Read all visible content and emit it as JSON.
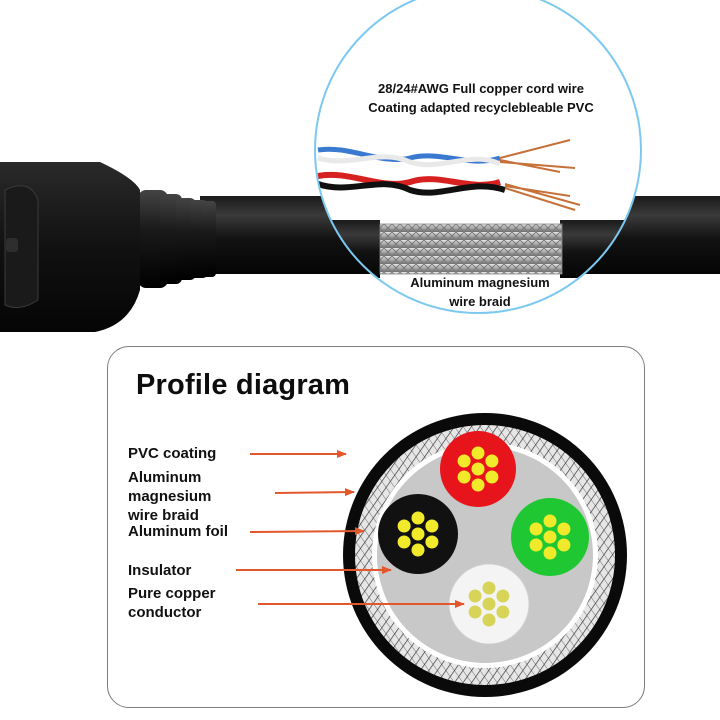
{
  "callout": {
    "line1": "28/24#AWG Full copper cord wire",
    "line2": "Coating adapted recyclebleable PVC",
    "braid_line1": "Aluminum magnesium",
    "braid_line2": "wire braid"
  },
  "profile": {
    "title": "Profile diagram",
    "labels": [
      {
        "id": "pvc",
        "lines": [
          "PVC coating"
        ]
      },
      {
        "id": "braid",
        "lines": [
          "Aluminum",
          "magnesium",
          "wire braid"
        ]
      },
      {
        "id": "foil",
        "lines": [
          "Aluminum foil"
        ]
      },
      {
        "id": "insulator",
        "lines": [
          "Insulator"
        ]
      },
      {
        "id": "conductor",
        "lines": [
          "Pure copper",
          "conductor"
        ]
      }
    ]
  },
  "colors": {
    "arrow": "#e2572b",
    "core_red": "#e8141c",
    "core_black": "#111111",
    "core_green": "#1fc832",
    "core_white": "#f4f4f4",
    "strand_yellow": "#f1ea2a",
    "strand_white_core": "#d8d45a",
    "circle_border": "#7cc9f0"
  }
}
